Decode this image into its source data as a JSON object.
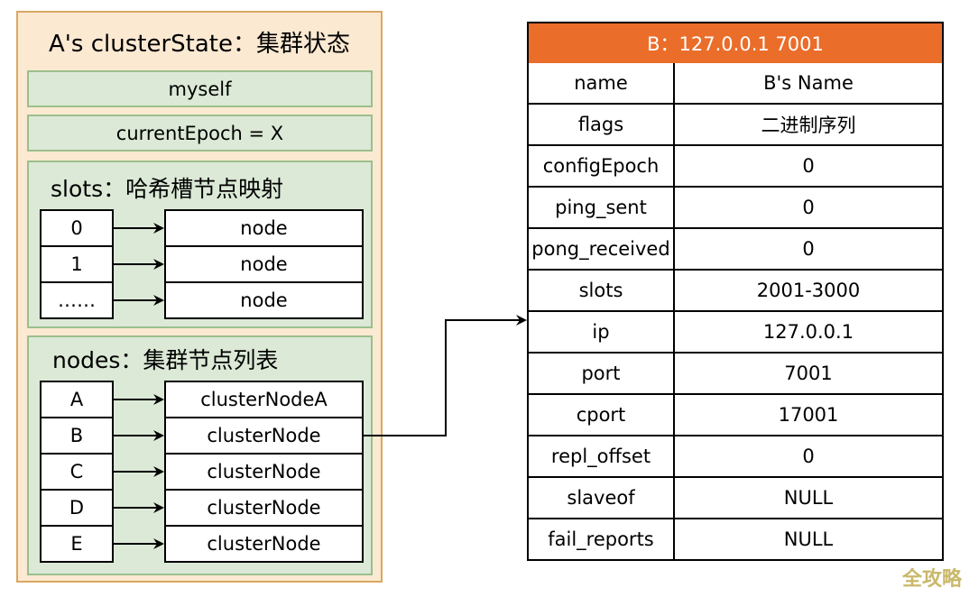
{
  "left_panel": {
    "title": "A's clusterState：集群状态",
    "myself": "myself",
    "current_epoch": "currentEpoch = X",
    "slots": {
      "title": "slots：哈希槽节点映射",
      "rows": [
        {
          "key": "0",
          "value": "node"
        },
        {
          "key": "1",
          "value": "node"
        },
        {
          "key": "……",
          "value": "node"
        }
      ]
    },
    "nodes": {
      "title": "nodes：集群节点列表",
      "rows": [
        {
          "key": "A",
          "value": "clusterNodeA"
        },
        {
          "key": "B",
          "value": "clusterNode"
        },
        {
          "key": "C",
          "value": "clusterNode"
        },
        {
          "key": "D",
          "value": "clusterNode"
        },
        {
          "key": "E",
          "value": "clusterNode"
        }
      ]
    }
  },
  "node_table": {
    "header": "B：127.0.0.1 7001",
    "header_color": "#ea6d2a",
    "rows": [
      {
        "key": "name",
        "value": "B's Name"
      },
      {
        "key": "flags",
        "value": "二进制序列"
      },
      {
        "key": "configEpoch",
        "value": "0"
      },
      {
        "key": "ping_sent",
        "value": "0"
      },
      {
        "key": "pong_received",
        "value": "0"
      },
      {
        "key": "slots",
        "value": "2001-3000"
      },
      {
        "key": "ip",
        "value": "127.0.0.1"
      },
      {
        "key": "port",
        "value": "7001"
      },
      {
        "key": "cport",
        "value": "17001"
      },
      {
        "key": "repl_offset",
        "value": "0"
      },
      {
        "key": "slaveof",
        "value": "NULL"
      },
      {
        "key": "fail_reports",
        "value": "NULL"
      }
    ]
  },
  "watermark": "全攻略"
}
